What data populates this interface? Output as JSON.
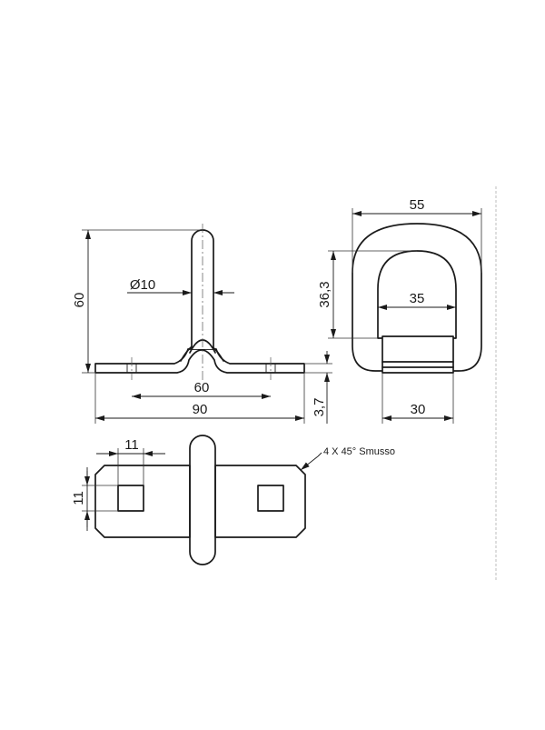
{
  "front_view": {
    "height_60": "60",
    "pin_diameter": "Ø10",
    "hole_spacing": "60",
    "overall_length": "90",
    "plate_thickness": "3,7"
  },
  "side_view": {
    "outer_width": "55",
    "ring_height": "36,3",
    "inner_width": "35",
    "base_width": "30"
  },
  "top_view": {
    "hole_width": "11",
    "hole_height": "11",
    "chamfer_note": "4 X 45° Smusso"
  }
}
